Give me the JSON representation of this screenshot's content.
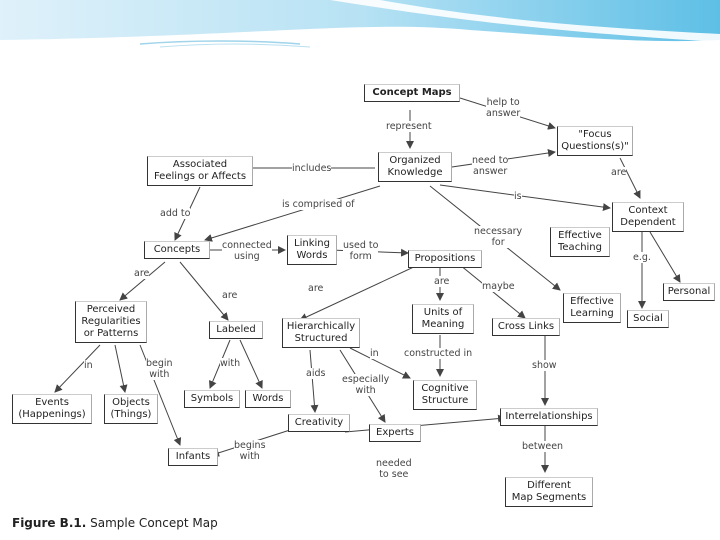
{
  "figure": {
    "caption_label": "Figure B.1.",
    "caption_text": "Sample Concept Map"
  },
  "nodes": {
    "concept_maps": "Concept Maps",
    "focus_questions": "\"Focus\nQuestions(s)\"",
    "associated_feelings": "Associated\nFeelings or Affects",
    "organized_knowledge": "Organized\nKnowledge",
    "context_dependent": "Context\nDependent",
    "concepts": "Concepts",
    "linking_words": "Linking\nWords",
    "propositions": "Propositions",
    "effective_teaching": "Effective\nTeaching",
    "perceived_regularities": "Perceived\nRegularities\nor Patterns",
    "labeled": "Labeled",
    "hierarchically_structured": "Hierarchically\nStructured",
    "units_of_meaning": "Units of\nMeaning",
    "cross_links": "Cross Links",
    "effective_learning": "Effective\nLearning",
    "personal": "Personal",
    "social": "Social",
    "events": "Events\n(Happenings)",
    "objects": "Objects\n(Things)",
    "symbols": "Symbols",
    "words": "Words",
    "cognitive_structure": "Cognitive\nStructure",
    "creativity": "Creativity",
    "experts": "Experts",
    "interrelationships": "Interrelationships",
    "infants": "Infants",
    "different_map_segments": "Different\nMap Segments"
  },
  "links": {
    "help_to_answer": "help to\nanswer",
    "represent": "represent",
    "includes": "includes",
    "need_to_answer": "need to\nanswer",
    "are_context": "are",
    "is": "is",
    "is_comprised_of": "is comprised of",
    "add_to": "add to",
    "connected_using": "connected\nusing",
    "used_to_form": "used to\nform",
    "necessary_for": "necessary\nfor",
    "are_perceived": "are",
    "are_labeled": "are",
    "are_hierarchical": "are",
    "are_units": "are",
    "maybe": "maybe",
    "eg": "e.g.",
    "in_events": "in",
    "begin_with": "begin\nwith",
    "with": "with",
    "in_cognitive": "in",
    "constructed_in": "constructed in",
    "show": "show",
    "aids": "aids",
    "especially_with": "especially\nwith",
    "begins_with": "begins\nwith",
    "needed_to_see": "needed\nto see",
    "between": "between"
  },
  "colors": {
    "banner_light": "#dff1fa",
    "banner_mid": "#8fd0ec",
    "banner_dark": "#2aa7d8",
    "line": "#444444"
  }
}
